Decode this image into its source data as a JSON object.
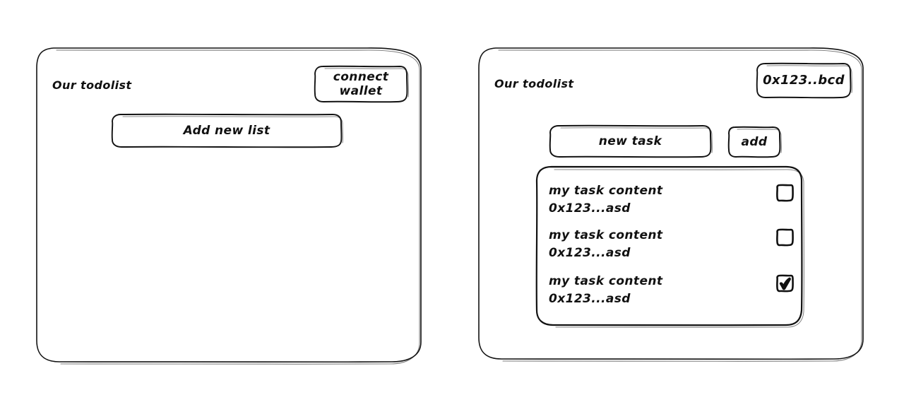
{
  "meta": {
    "style": "hand-drawn wireframe",
    "background_color": "#ffffff",
    "stroke_color": "#121212"
  },
  "screens": [
    {
      "id": "disconnected",
      "title": "Our todolist",
      "wallet_button": {
        "label_line1": "connect",
        "label_line2": "wallet"
      },
      "primary_action": {
        "label": "Add new list"
      }
    },
    {
      "id": "connected",
      "title": "Our todolist",
      "wallet_button": {
        "label": "0x123..bcd"
      },
      "new_task_input": {
        "value": "new task",
        "placeholder": "new task"
      },
      "add_button": {
        "label": "add"
      },
      "task_list": {
        "items": [
          {
            "content": "my task content",
            "address": "0x123...asd",
            "checked": false,
            "checkbox_icon": "checkbox-empty-icon"
          },
          {
            "content": "my task content",
            "address": "0x123...asd",
            "checked": false,
            "checkbox_icon": "checkbox-empty-icon"
          },
          {
            "content": "my task content",
            "address": "0x123...asd",
            "checked": true,
            "checkbox_icon": "checkbox-checked-icon"
          }
        ]
      }
    }
  ]
}
